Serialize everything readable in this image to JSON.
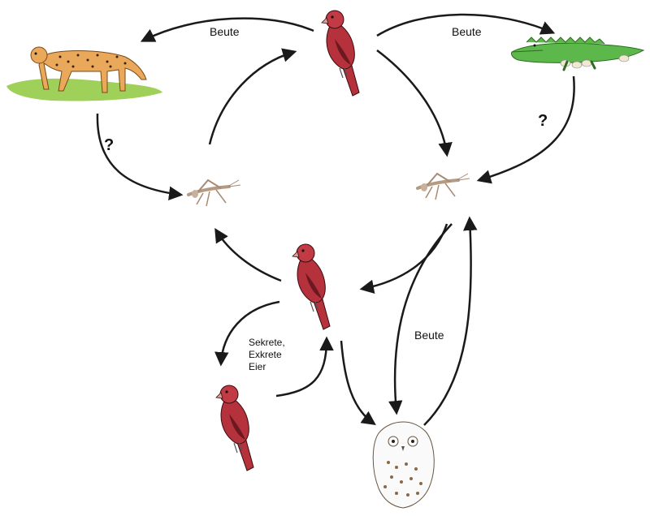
{
  "labels": {
    "beute_top_left": "Beute",
    "beute_top_right": "Beute",
    "beute_mid": "Beute",
    "question_left": "?",
    "question_right": "?",
    "secretions_line1": "Sekrete,",
    "secretions_line2": "Exkrete",
    "secretions_line3": "Eier"
  },
  "nodes": [
    {
      "id": "cheetah",
      "icon": "cheetah-icon"
    },
    {
      "id": "bird-top",
      "icon": "red-bird-icon"
    },
    {
      "id": "crocodile",
      "icon": "crocodile-icon"
    },
    {
      "id": "insect-left",
      "icon": "grasshopper-icon"
    },
    {
      "id": "insect-right",
      "icon": "grasshopper-icon"
    },
    {
      "id": "bird-center",
      "icon": "red-bird-icon"
    },
    {
      "id": "bird-bottom",
      "icon": "red-bird-icon"
    },
    {
      "id": "owl",
      "icon": "snowy-owl-icon"
    }
  ],
  "colors": {
    "bird_body": "#b5323c",
    "bird_dark": "#6b1820",
    "cheetah": "#e9a85a",
    "grass": "#9ed05a",
    "crocodile": "#5cb84a",
    "insect": "#b49a82",
    "arrow": "#1a1a1a"
  }
}
